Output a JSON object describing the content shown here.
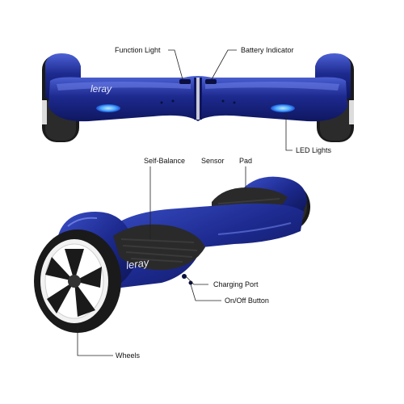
{
  "labels": {
    "function_light": "Function Light",
    "battery_indicator": "Battery Indicator",
    "led_lights": "LED Lights",
    "self_balance": "Self-Balance",
    "sensor": "Sensor",
    "pad": "Pad",
    "charging_port": "Charging Port",
    "on_off_button": "On/Off Button",
    "wheels": "Wheels"
  },
  "brand": {
    "logo_text": "leray"
  },
  "colors": {
    "body_blue": "#1d2a8f",
    "body_blue_dark": "#0f1760",
    "highlight_blue": "#4d62d6",
    "led_blue": "#4aa8ff",
    "tire_black": "#1a1a1a",
    "pad_black": "#2a2a2a",
    "rim_white": "#f2f2f2"
  }
}
